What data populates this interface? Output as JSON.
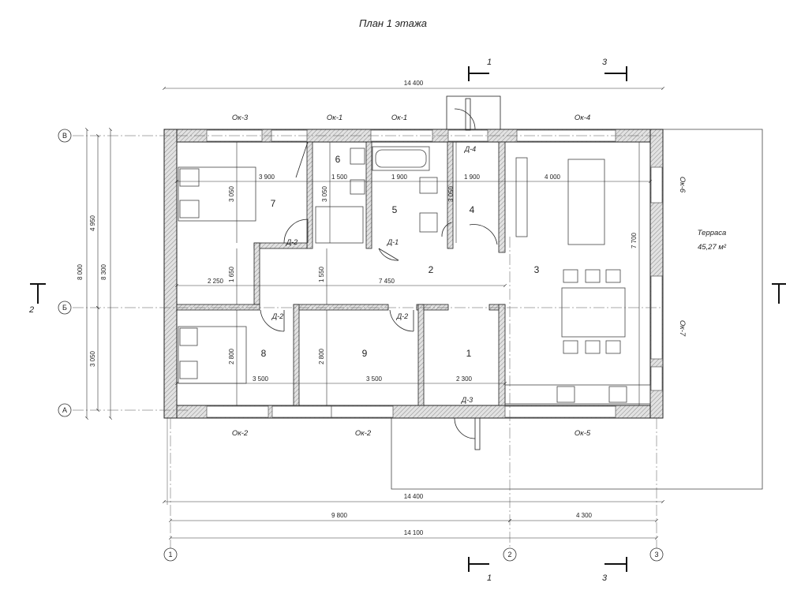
{
  "title": "План 1 этажа",
  "overall_dims": {
    "top": "14 400",
    "bottom_outer": "14 400",
    "bottom_left": "9 800",
    "bottom_right": "4 300",
    "axes": "14 100",
    "left_total_outer": "8 000",
    "left_total_inner": "8 300",
    "left_upper": "4 950",
    "left_lower": "3 050"
  },
  "inner_dims": {
    "r7_width": "3 900",
    "r6_width": "1 500",
    "r5_width": "1 900",
    "r4_width": "1 900",
    "r3_width": "4 000",
    "r7_height": "3 050",
    "r6_height": "3 050",
    "r4_height": "3 050",
    "hall_left_width": "2 250",
    "hall_left_height": "1 650",
    "hall_center_height": "1 550",
    "hall_width": "7 450",
    "r8_height": "2 800",
    "r9_height": "2 800",
    "r8_width": "3 500",
    "r9_width": "3 500",
    "r1_width": "2 300",
    "r3_height": "7 700"
  },
  "windows": {
    "top_1": "Ок-3",
    "top_2": "Ок-1",
    "top_3": "Ок-1",
    "top_4": "Ок-4",
    "bottom_1": "Ок-2",
    "bottom_2": "Ок-2",
    "bottom_3": "Ок-5",
    "right_1": "Ок-6",
    "right_2": "Ок-7"
  },
  "doors": {
    "d4": "Д-4",
    "d2_a": "Д-2",
    "d1": "Д-1",
    "d2_b": "Д-2",
    "d2_c": "Д-2",
    "d3": "Д-3"
  },
  "rooms": {
    "r7": "7",
    "r6": "6",
    "r5": "5",
    "r4": "4",
    "r3": "3",
    "r2": "2",
    "r8": "8",
    "r9": "9",
    "r1": "1"
  },
  "axes_labels": {
    "v": "В",
    "b": "Б",
    "a": "А",
    "n1": "1",
    "n2": "2",
    "n3": "3"
  },
  "sections": {
    "s1_top": "1",
    "s3_top": "3",
    "s1_bottom": "1",
    "s3_bottom": "3",
    "s2_left": "2"
  },
  "terrace": {
    "label": "Терраса",
    "area": "45,27 м²"
  },
  "colors": {
    "line": "#222222",
    "wall_hatch": "#9a9a9a",
    "wall_fill": "#d9d9d9",
    "window": "#7a7a7a"
  }
}
